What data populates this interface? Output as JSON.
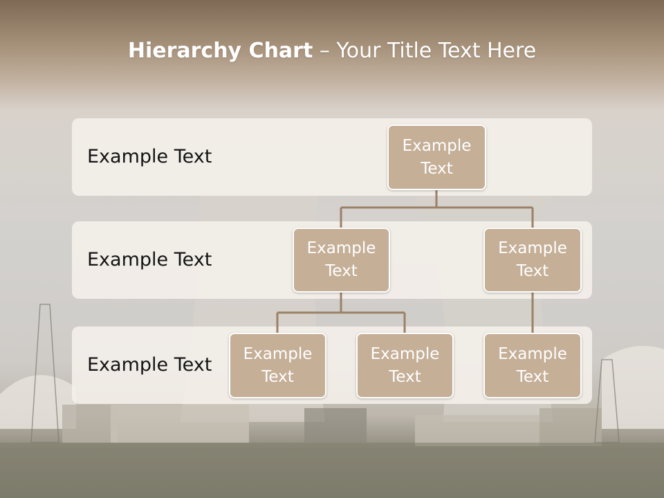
{
  "title": {
    "bold": "Hierarchy Chart",
    "rest": " – Your Title Text Here"
  },
  "levels": [
    {
      "label": "Example Text"
    },
    {
      "label": "Example Text"
    },
    {
      "label": "Example Text"
    }
  ],
  "nodes": {
    "root": "Example Text",
    "l2_left": "Example Text",
    "l2_right": "Example Text",
    "l3_a": "Example Text",
    "l3_b": "Example Text",
    "l3_c": "Example Text"
  },
  "colors": {
    "node_fill": "#c5af97",
    "connector": "#9a8167",
    "band": "#f5f0eb",
    "title_text": "#ffffff"
  }
}
